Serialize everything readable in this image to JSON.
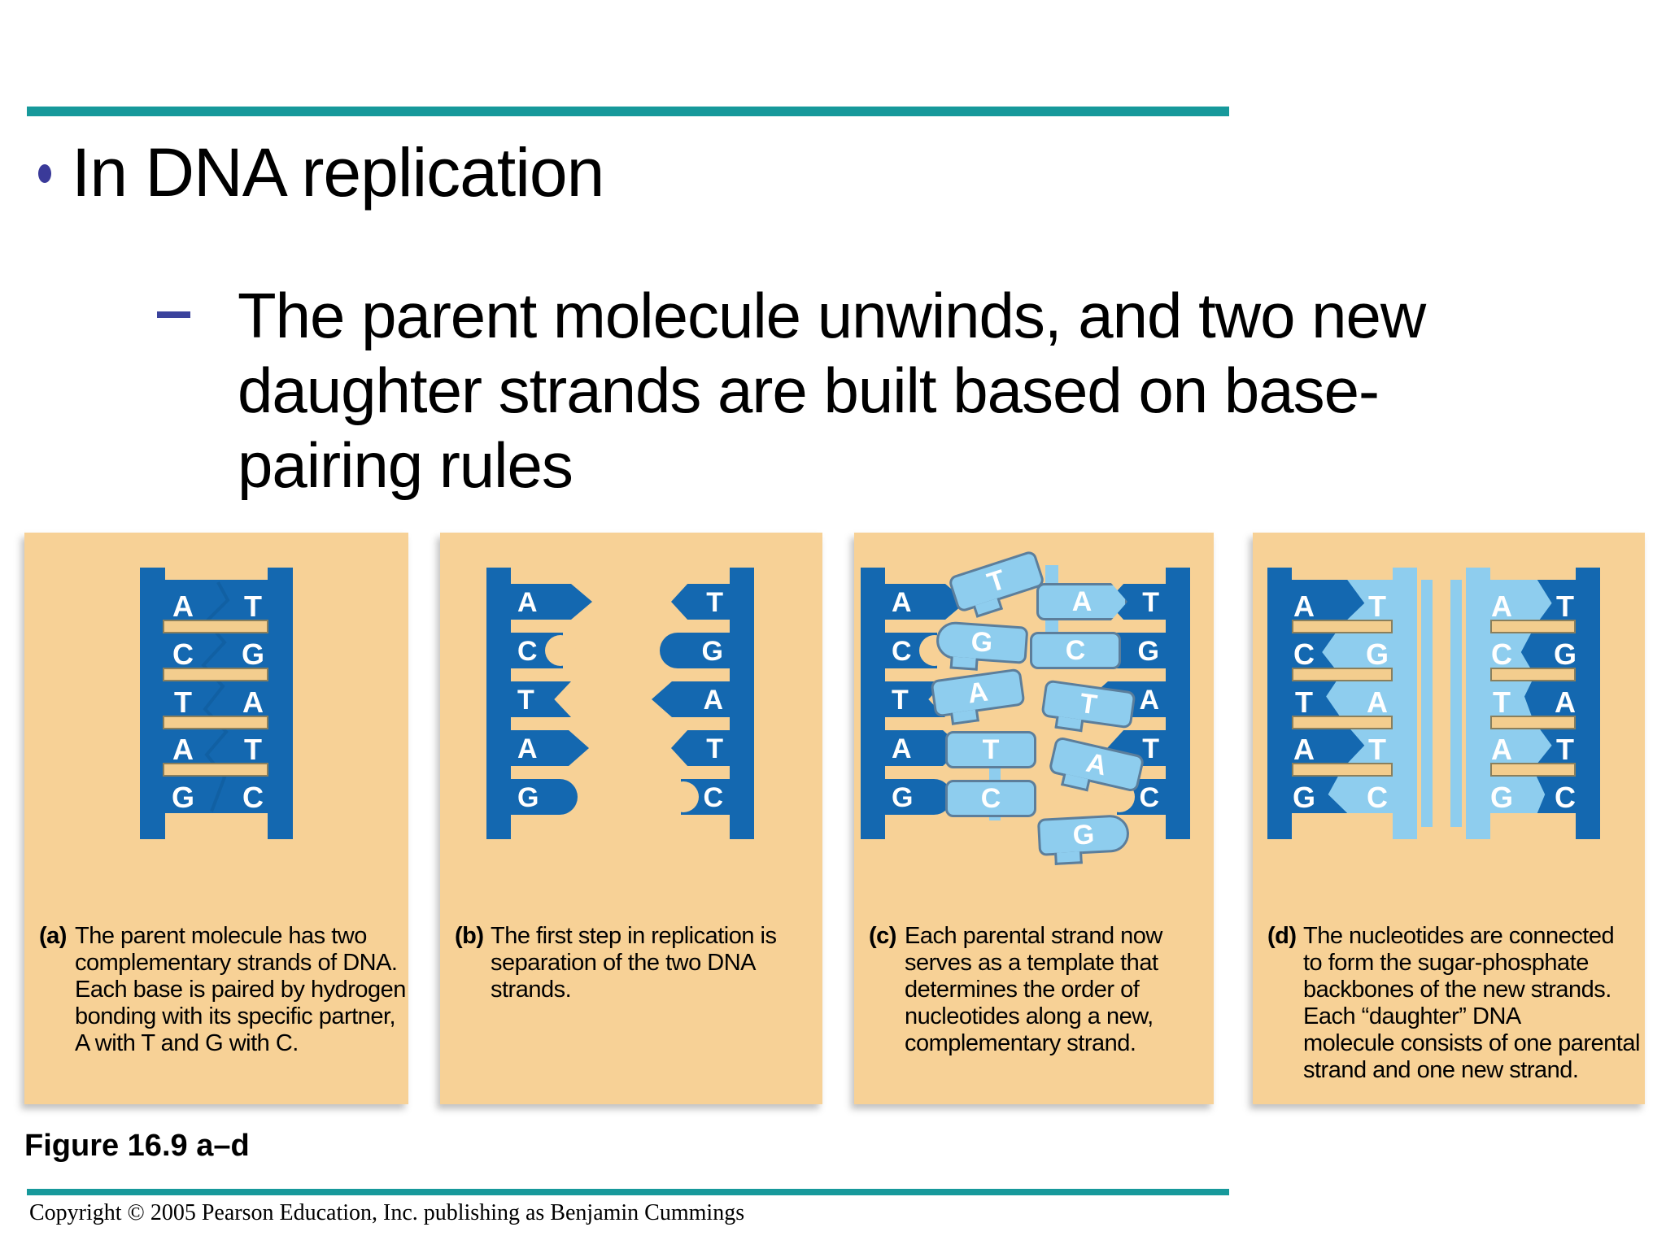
{
  "colors": {
    "teal": "#17999b",
    "panel-bg": "#f7d196",
    "dark-blue": "#1468b0",
    "light-blue": "#8ecdee",
    "rung-fill": "#f3cd8e",
    "rung-border": "#8a7f5c",
    "outline": "#5c7e9b",
    "bullet": "#3a3a99",
    "dash": "#3b439c"
  },
  "header": {
    "title": "In DNA replication",
    "sub_bullet_lines": [
      "The parent molecule unwinds, and two new",
      "daughter strands are built based on base-",
      "pairing rules"
    ]
  },
  "figure": {
    "label": "Figure 16.9 a–d"
  },
  "footer": {
    "copyright": "Copyright © 2005 Pearson Education, Inc. publishing as Benjamin Cummings"
  },
  "panels": [
    {
      "label": "(a)",
      "caption_lines": [
        "The parent molecule has two",
        "complementary strands of DNA.",
        "Each base is paired by hydrogen",
        "bonding with its specific partner,",
        "A with T and G with C."
      ],
      "left_bases": [
        "A",
        "C",
        "T",
        "A",
        "G"
      ],
      "right_bases": [
        "T",
        "G",
        "A",
        "T",
        "C"
      ]
    },
    {
      "label": "(b)",
      "caption_lines": [
        "The first step in replication is",
        "separation of the two DNA",
        "strands."
      ],
      "left_bases": [
        "A",
        "C",
        "T",
        "A",
        "G"
      ],
      "right_bases": [
        "T",
        "G",
        "A",
        "T",
        "C"
      ]
    },
    {
      "label": "(c)",
      "caption_lines": [
        "Each parental strand now",
        "serves as a template that",
        "determines the order of",
        "nucleotides along a new,",
        "complementary strand."
      ],
      "template_left_bases": [
        "A",
        "C",
        "T",
        "A",
        "G"
      ],
      "template_right_bases": [
        "T",
        "G",
        "A",
        "T",
        "C"
      ],
      "new_left_bases": [
        "T",
        "G",
        "A",
        "T",
        "C"
      ],
      "new_right_bases": [
        "A",
        "C",
        "T",
        "A",
        "G"
      ]
    },
    {
      "label": "(d)",
      "caption_lines": [
        "The nucleotides are connected",
        "to form the sugar-phosphate",
        "backbones of the new strands.",
        "Each “daughter” DNA",
        "molecule consists of one parental",
        "strand and one new strand."
      ],
      "molecules": [
        {
          "left_bases": [
            "A",
            "C",
            "T",
            "A",
            "G"
          ],
          "right_bases": [
            "T",
            "G",
            "A",
            "T",
            "C"
          ]
        },
        {
          "left_bases": [
            "A",
            "C",
            "T",
            "A",
            "G"
          ],
          "right_bases": [
            "T",
            "G",
            "A",
            "T",
            "C"
          ]
        }
      ]
    }
  ]
}
